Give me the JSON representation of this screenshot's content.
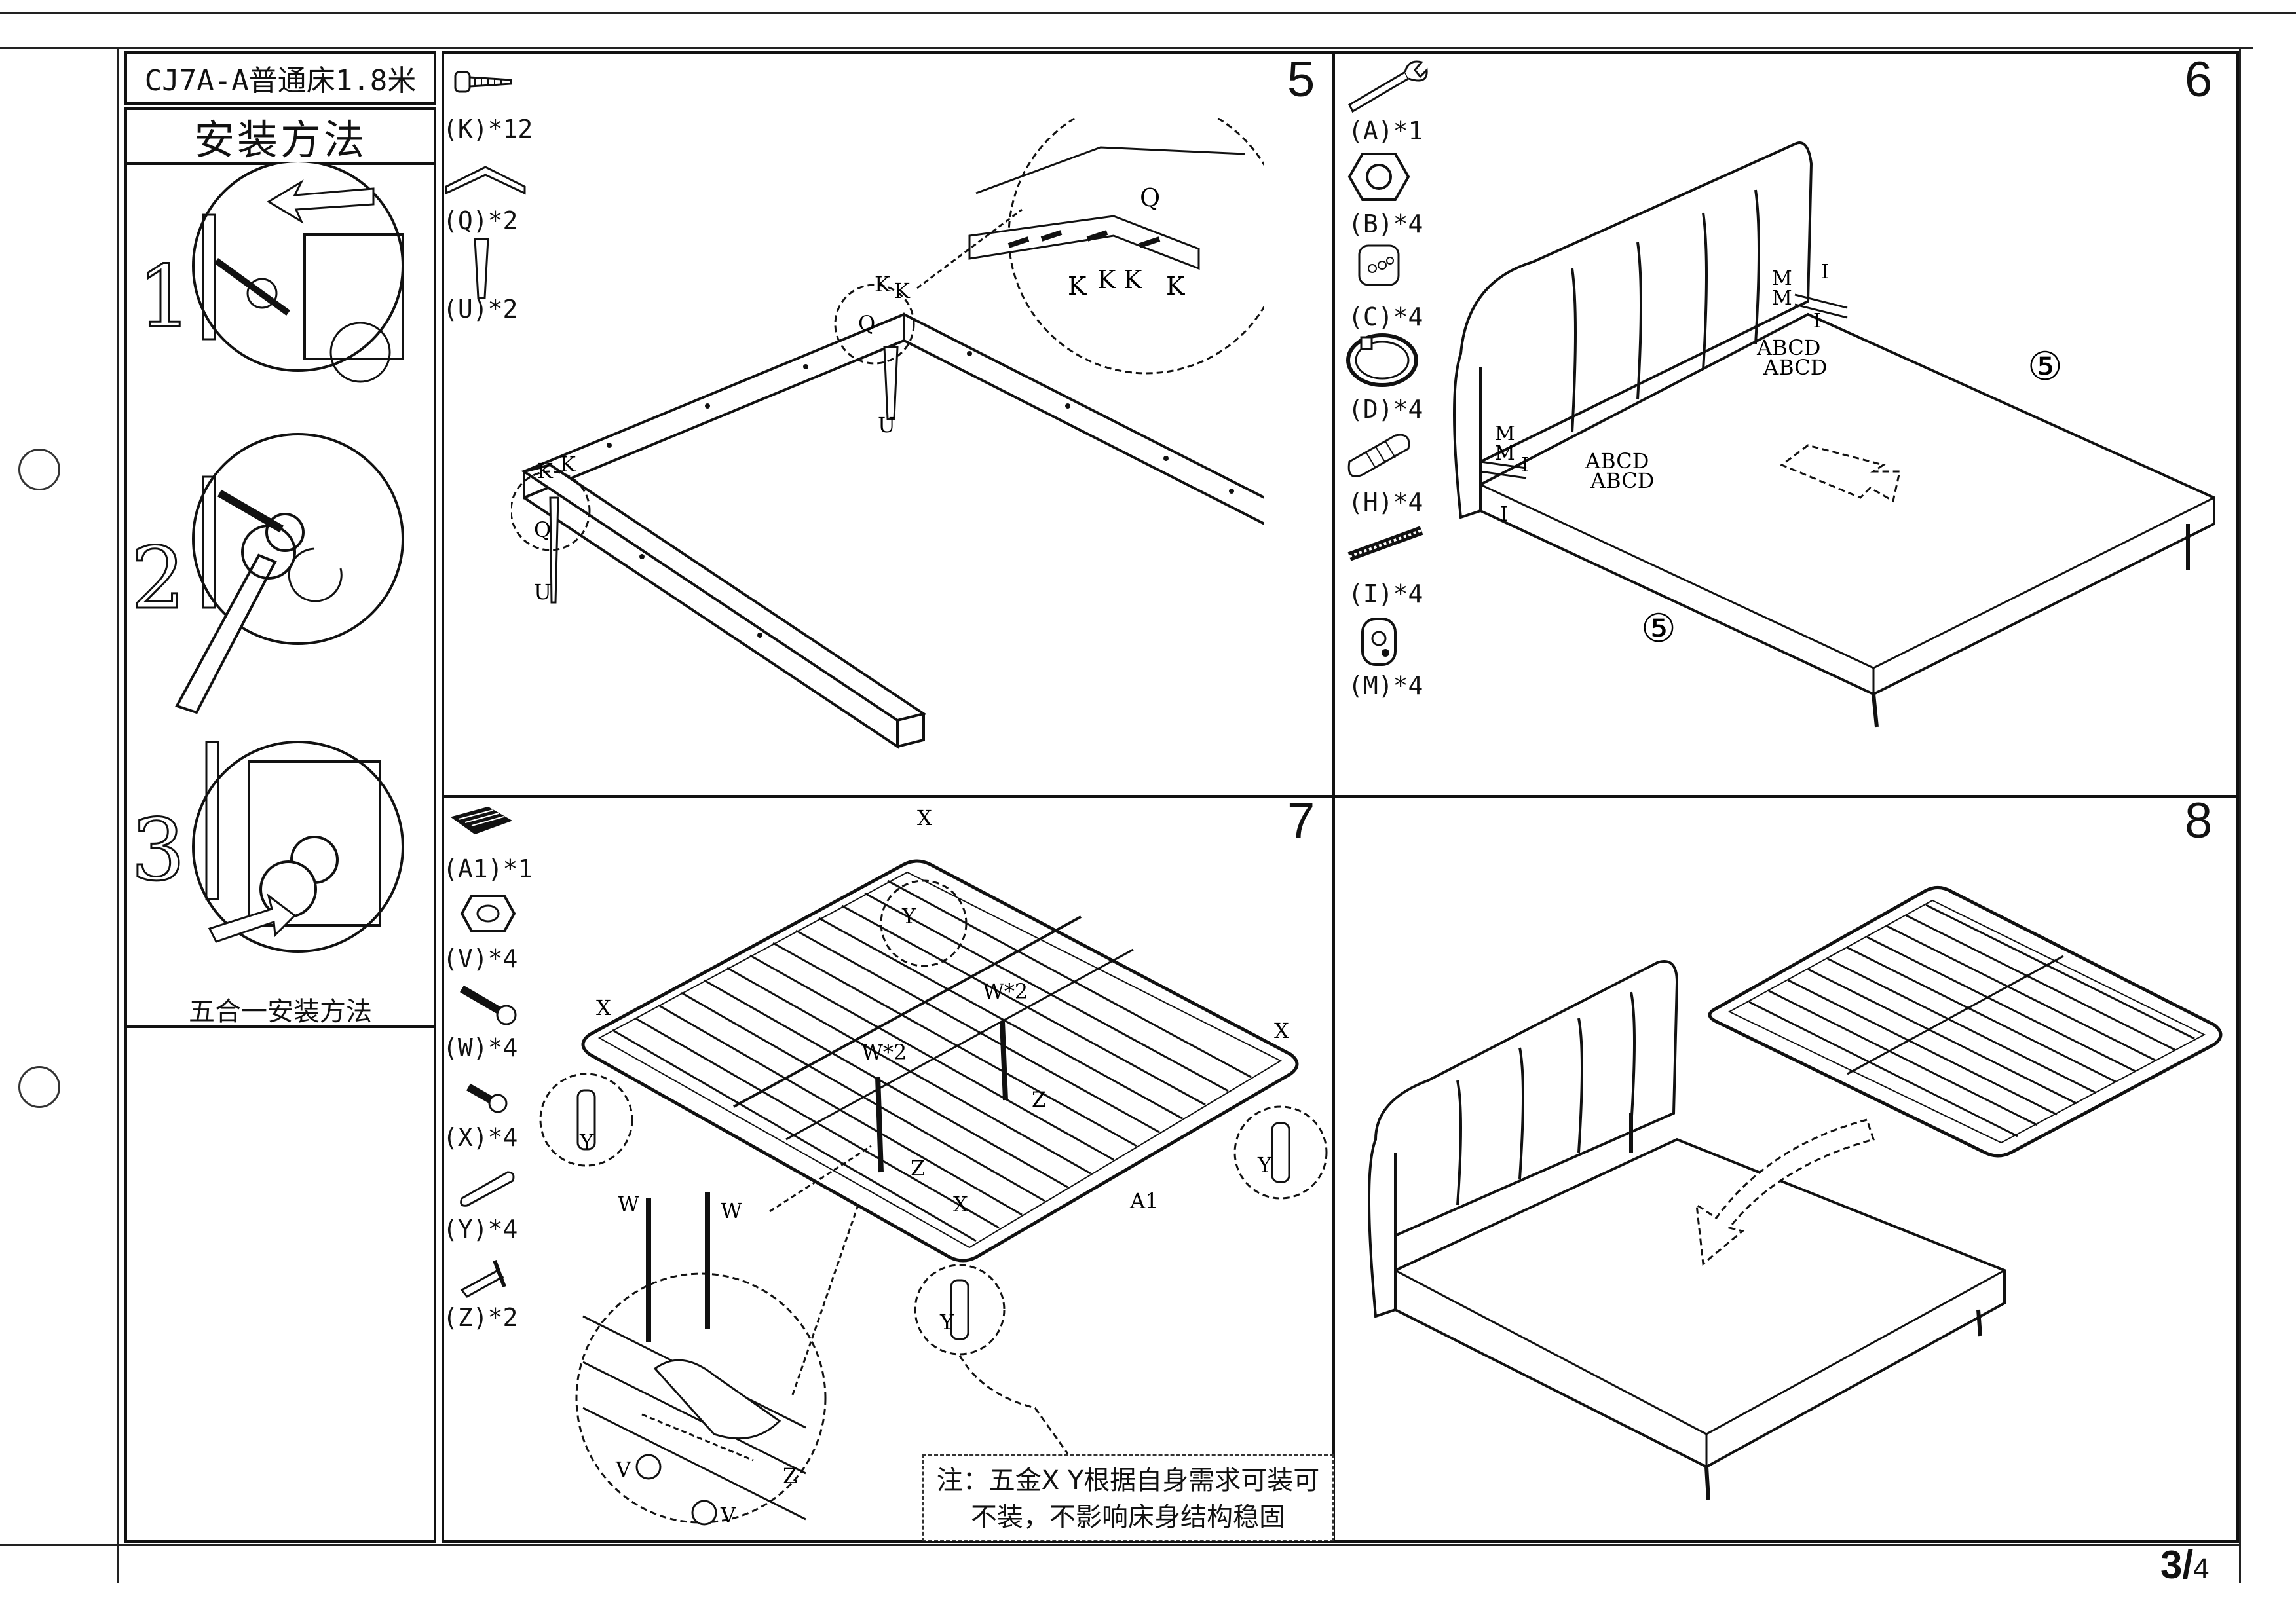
{
  "header": {
    "model": "CJ7A-A普通床1.8米",
    "method_title": "安装方法",
    "five_in_one_caption": "五合一安装方法",
    "sub_steps": [
      "1",
      "2",
      "3"
    ]
  },
  "steps": [
    {
      "number": "5",
      "parts": [
        {
          "icon": "screw-icon",
          "label": "(K)*12"
        },
        {
          "icon": "corner-bracket-icon",
          "label": "(Q)*2"
        },
        {
          "icon": "leg-icon",
          "label": "(U)*2"
        }
      ],
      "callouts": [
        "K",
        "K",
        "Q",
        "U",
        "K",
        "K",
        "Q",
        "U",
        "Q",
        "K",
        "K",
        "K",
        "K"
      ]
    },
    {
      "number": "6",
      "parts": [
        {
          "icon": "wrench-icon",
          "label": "(A)*1"
        },
        {
          "icon": "nut-icon",
          "label": "(B)*4"
        },
        {
          "icon": "washer-icon",
          "label": "(C)*4"
        },
        {
          "icon": "ring-icon",
          "label": "(D)*4"
        },
        {
          "icon": "dowel-icon",
          "label": "(H)*4"
        },
        {
          "icon": "threaded-rod-icon",
          "label": "(I)*4"
        },
        {
          "icon": "barrel-nut-icon",
          "label": "(M)*4"
        }
      ],
      "callouts": [
        "M",
        "M",
        "I",
        "I",
        "ABCD",
        "ABCD",
        "M",
        "M",
        "I",
        "I",
        "ABCD",
        "ABCD",
        "⑤",
        "⑤"
      ]
    },
    {
      "number": "7",
      "parts": [
        {
          "icon": "slat-frame-icon",
          "label": "(A1)*1"
        },
        {
          "icon": "nut-icon",
          "label": "(V)*4"
        },
        {
          "icon": "long-screw-icon",
          "label": "(W)*4"
        },
        {
          "icon": "short-screw-icon",
          "label": "(X)*4"
        },
        {
          "icon": "support-leg-icon",
          "label": "(Y)*4"
        },
        {
          "icon": "t-support-icon",
          "label": "(Z)*2"
        }
      ],
      "callouts": [
        "X",
        "Y",
        "X",
        "Y",
        "W*2",
        "Z",
        "W*2",
        "Z",
        "X",
        "Y",
        "X",
        "Y",
        "A1",
        "W",
        "W",
        "V",
        "V",
        "Z"
      ],
      "note_line1": "注：五金X Y根据自身需求可装可",
      "note_line2": "不装，不影响床身结构稳固"
    },
    {
      "number": "8",
      "parts": [],
      "callouts": []
    }
  ],
  "page": {
    "current": "3",
    "separator": "/",
    "total": "4"
  }
}
